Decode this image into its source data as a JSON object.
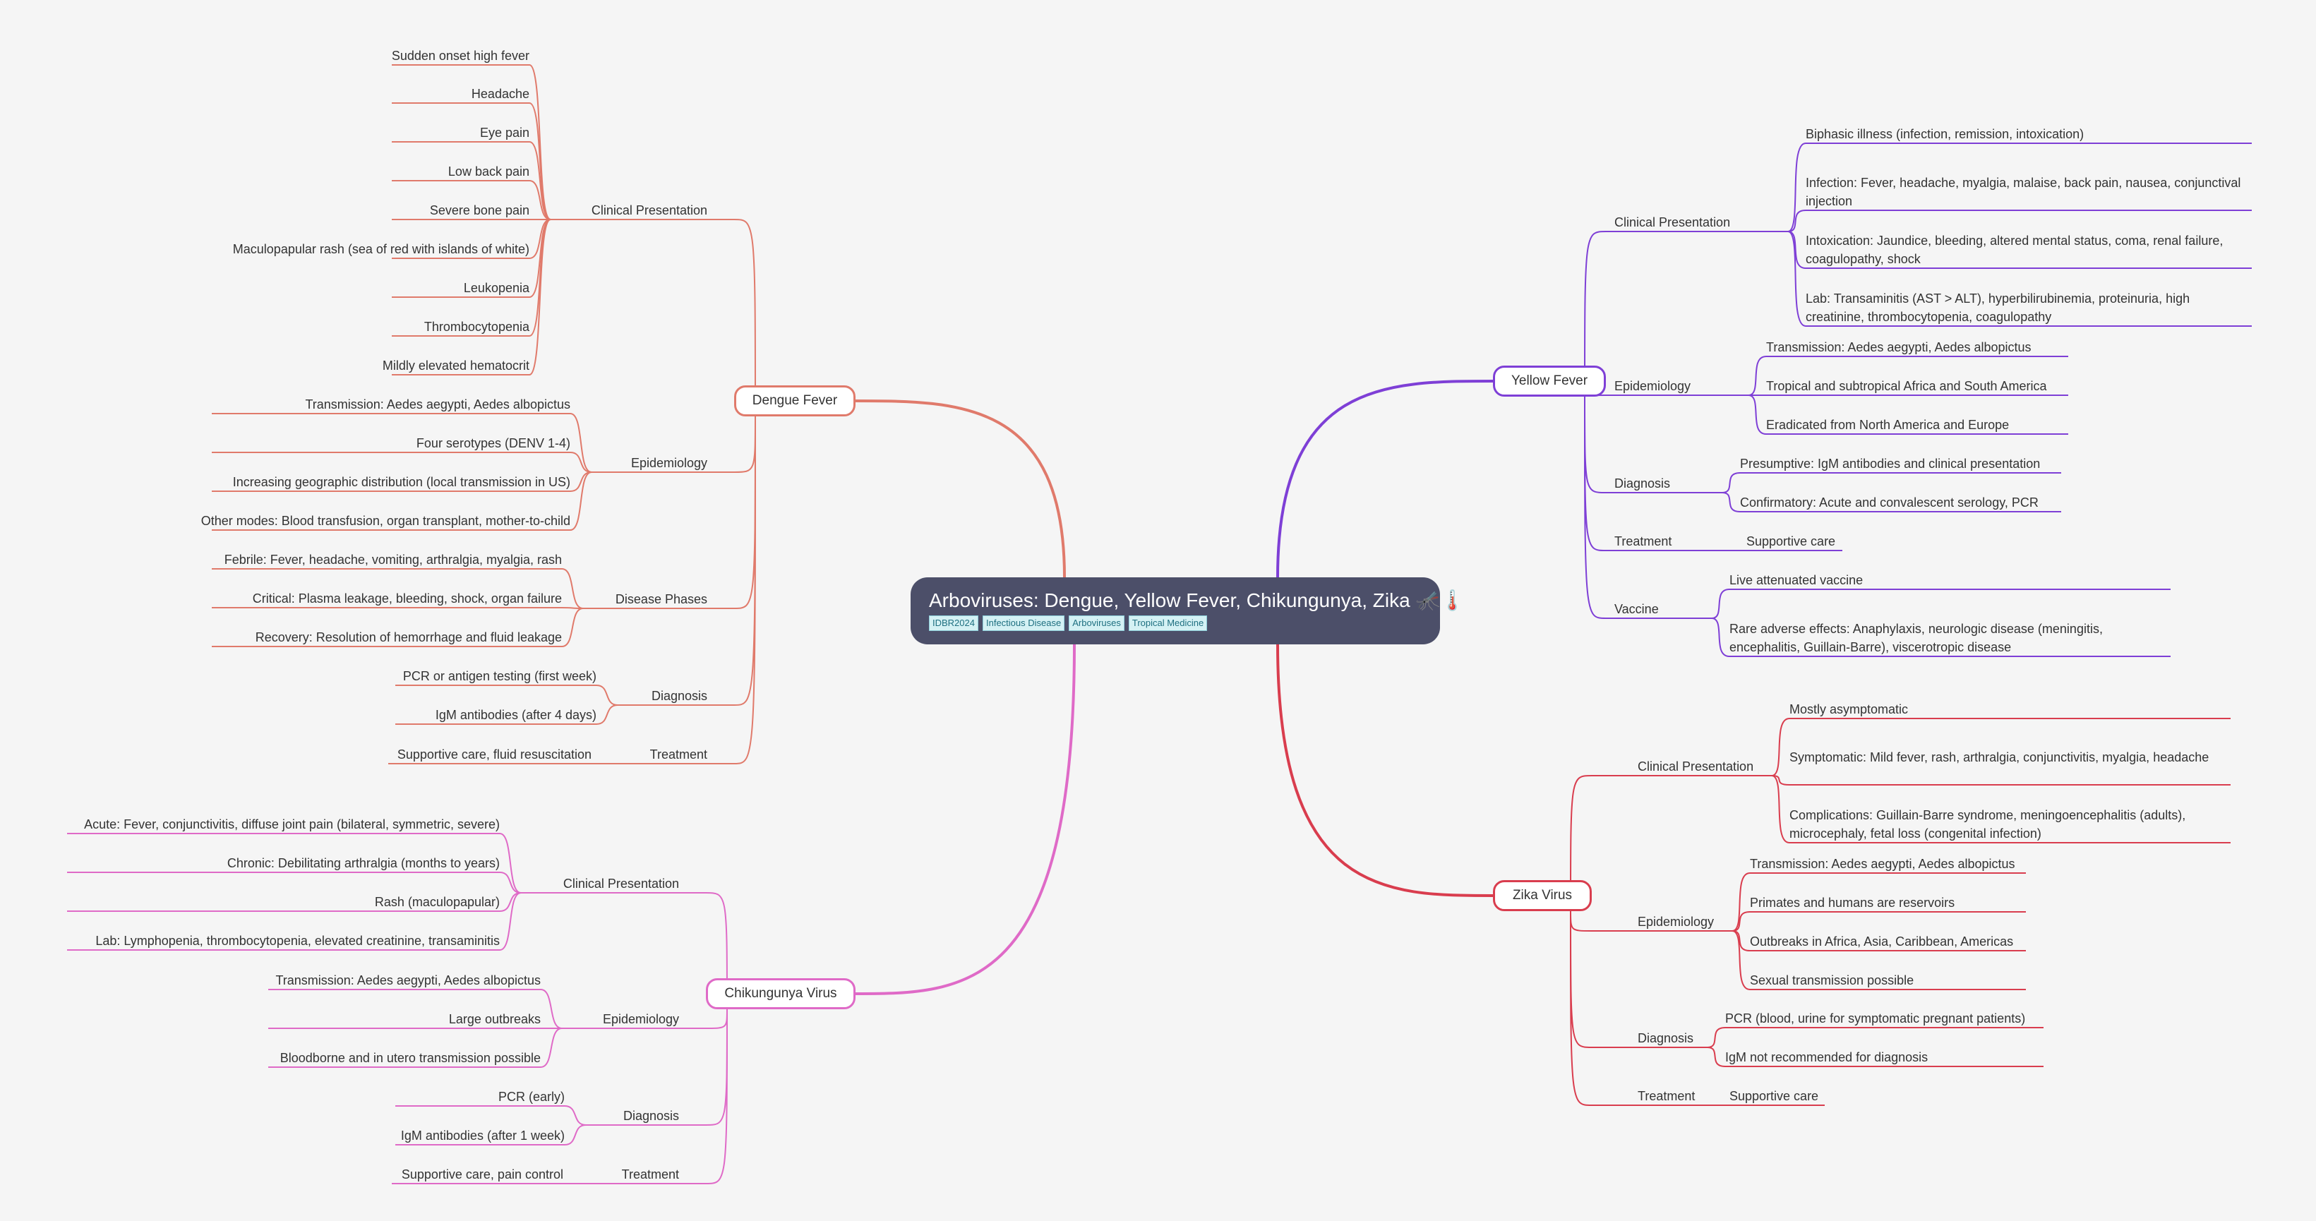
{
  "root": {
    "title": "Arboviruses: Dengue, Yellow Fever, Chikungunya, Zika 🦟🌡️",
    "tags": [
      "IDBR2024",
      "Infectious Disease",
      "Arboviruses",
      "Tropical Medicine"
    ]
  },
  "colors": {
    "dengue": "#e07a6b",
    "yellow": "#7e3fd6",
    "zika": "#d93d4e",
    "chik": "#df6ac7",
    "root_bg": "#4c4f69",
    "background": "#f5f5f5"
  },
  "branches": {
    "dengue": {
      "label": "Dengue Fever",
      "clinical": {
        "label": "Clinical Presentation",
        "items": [
          "Sudden onset high fever",
          "Headache",
          "Eye pain",
          "Low back pain",
          "Severe bone pain",
          "Maculopapular rash (sea of red with islands of white)",
          "Leukopenia",
          "Thrombocytopenia",
          "Mildly elevated hematocrit"
        ]
      },
      "epidemiology": {
        "label": "Epidemiology",
        "items": [
          "Transmission: Aedes aegypti, Aedes albopictus",
          "Four serotypes (DENV 1-4)",
          "Increasing geographic distribution (local transmission in US)",
          "Other modes: Blood transfusion, organ transplant, mother-to-child"
        ]
      },
      "phases": {
        "label": "Disease Phases",
        "items": [
          "Febrile: Fever, headache, vomiting, arthralgia, myalgia, rash",
          "Critical: Plasma leakage, bleeding, shock, organ failure",
          "Recovery: Resolution of hemorrhage and fluid leakage"
        ]
      },
      "diagnosis": {
        "label": "Diagnosis",
        "items": [
          "PCR or antigen testing (first week)",
          "IgM antibodies (after 4 days)"
        ]
      },
      "treatment": {
        "label": "Treatment",
        "items": [
          "Supportive care, fluid resuscitation"
        ]
      }
    },
    "chik": {
      "label": "Chikungunya Virus",
      "clinical": {
        "label": "Clinical Presentation",
        "items": [
          "Acute: Fever, conjunctivitis, diffuse joint pain (bilateral, symmetric, severe)",
          "Chronic: Debilitating arthralgia (months to years)",
          "Rash (maculopapular)",
          "Lab: Lymphopenia, thrombocytopenia, elevated creatinine, transaminitis"
        ]
      },
      "epidemiology": {
        "label": "Epidemiology",
        "items": [
          "Transmission: Aedes aegypti, Aedes albopictus",
          "Large outbreaks",
          "Bloodborne and in utero transmission possible"
        ]
      },
      "diagnosis": {
        "label": "Diagnosis",
        "items": [
          "PCR (early)",
          "IgM antibodies (after 1 week)"
        ]
      },
      "treatment": {
        "label": "Treatment",
        "items": [
          "Supportive care, pain control"
        ]
      }
    },
    "yellow": {
      "label": "Yellow Fever",
      "clinical": {
        "label": "Clinical Presentation",
        "items": [
          "Biphasic illness (infection, remission, intoxication)",
          "Infection: Fever, headache, myalgia, malaise, back pain, nausea, conjunctival injection",
          "Intoxication: Jaundice, bleeding, altered mental status, coma, renal failure, coagulopathy, shock",
          "Lab: Transaminitis (AST > ALT), hyperbilirubinemia, proteinuria, high creatinine, thrombocytopenia, coagulopathy"
        ]
      },
      "epidemiology": {
        "label": "Epidemiology",
        "items": [
          "Transmission: Aedes aegypti, Aedes albopictus",
          "Tropical and subtropical Africa and South America",
          "Eradicated from North America and Europe"
        ]
      },
      "diagnosis": {
        "label": "Diagnosis",
        "items": [
          "Presumptive: IgM antibodies and clinical presentation",
          "Confirmatory: Acute and convalescent serology, PCR"
        ]
      },
      "treatment": {
        "label": "Treatment",
        "items": [
          "Supportive care"
        ]
      },
      "vaccine": {
        "label": "Vaccine",
        "items": [
          "Live attenuated vaccine",
          "Rare adverse effects: Anaphylaxis, neurologic disease (meningitis, encephalitis, Guillain-Barre), viscerotropic disease"
        ]
      }
    },
    "zika": {
      "label": "Zika Virus",
      "clinical": {
        "label": "Clinical Presentation",
        "items": [
          "Mostly asymptomatic",
          "Symptomatic: Mild fever, rash, arthralgia, conjunctivitis, myalgia, headache",
          "Complications: Guillain-Barre syndrome, meningoencephalitis (adults), microcephaly, fetal loss (congenital infection)"
        ]
      },
      "epidemiology": {
        "label": "Epidemiology",
        "items": [
          "Transmission: Aedes aegypti, Aedes albopictus",
          "Primates and humans are reservoirs",
          "Outbreaks in Africa, Asia, Caribbean, Americas",
          "Sexual transmission possible"
        ]
      },
      "diagnosis": {
        "label": "Diagnosis",
        "items": [
          "PCR (blood, urine for symptomatic pregnant patients)",
          "IgM not recommended for diagnosis"
        ]
      },
      "treatment": {
        "label": "Treatment",
        "items": [
          "Supportive care"
        ]
      }
    }
  }
}
